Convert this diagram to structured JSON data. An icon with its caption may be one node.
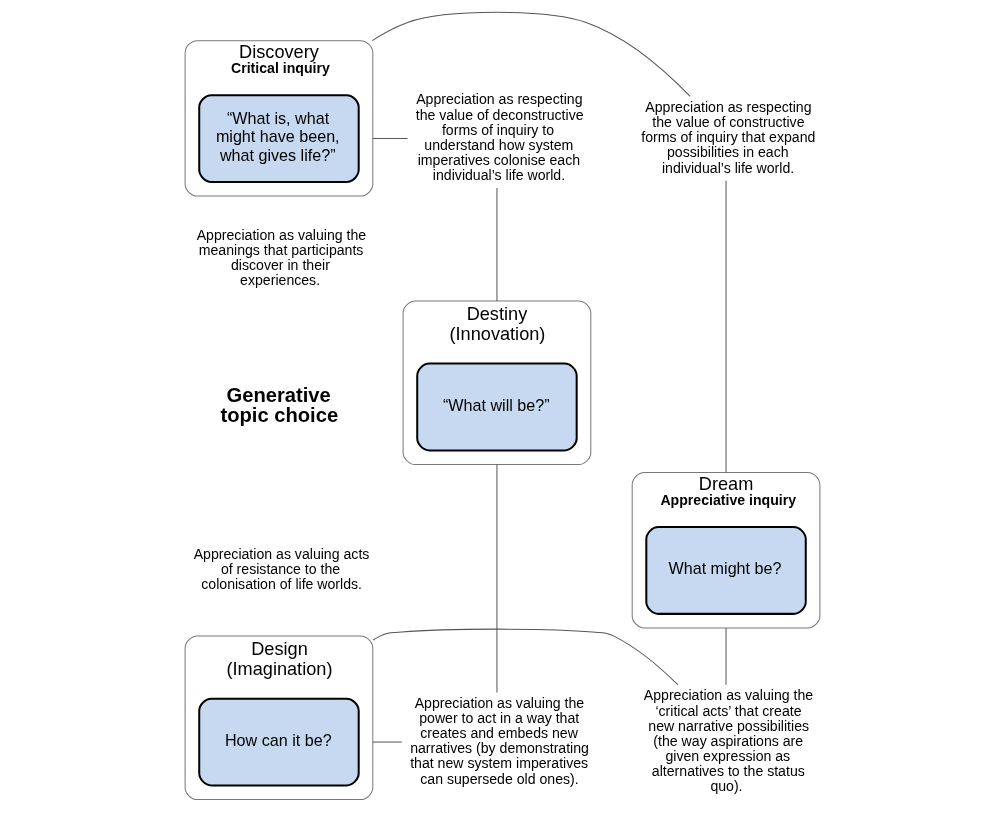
{
  "diagram": {
    "nodes": [
      {
        "text": [
          "Discovery",
          "Critical inquiry"
        ]
      },
      {
        "text": [
          "“What is, what might have been, what gives life?”"
        ],
        "in": 0
      },
      {
        "text": [
          "Appreciation as respecting the value of deconstructive forms of inquiry to understand how system imperatives colonise each individual’s life world."
        ]
      },
      {
        "text": [
          "Appreciation as respecting the value of constructive forms of inquiry that expand possibilities in each individual’s life world."
        ]
      },
      {
        "text": [
          "Destiny (Innovation)"
        ]
      },
      {
        "text": [
          "“What will be?”"
        ],
        "in": 4
      },
      {
        "text": [
          "Dream",
          "Appreciative inquiry"
        ]
      },
      {
        "text": [
          "What might be?"
        ],
        "in": 6
      },
      {
        "text": [
          "Design (Imagination)"
        ]
      },
      {
        "text": [
          "How can it be?"
        ],
        "in": 8
      },
      {
        "text": [
          "Appreciation as valuing the power to act in a way that creates and embeds new narratives (by demonstrating that new system imperatives can supersede old ones)."
        ]
      },
      {
        "text": [
          "Appreciation as valuing the ‘critical acts’ that create new narrative possibilities (the way aspirations are given expression as alternatives to the status quo)."
        ]
      }
    ],
    "edges": [
      {
        "from": 2,
        "to": 4,
        "arrow": "none"
      },
      {
        "from": 3,
        "to": 6,
        "arrow": "none"
      },
      {
        "from": 4,
        "to": 10,
        "arrow": "none"
      },
      {
        "from": 6,
        "to": 11,
        "arrow": "none"
      },
      {
        "from": 2,
        "to": 0,
        "arrow": "none"
      },
      {
        "from": 0,
        "to": 3,
        "arrow": "none"
      },
      {
        "from": 10,
        "to": 8,
        "arrow": "none"
      },
      {
        "from": 8,
        "to": 11,
        "arrow": "none"
      }
    ],
    "labels": [
      "Appreciation as valuing the meanings that participants discover in their experiences.",
      "Generative topic choice",
      "Appreciation as valuing acts of resistance to the colonisation of life worlds."
    ]
  }
}
